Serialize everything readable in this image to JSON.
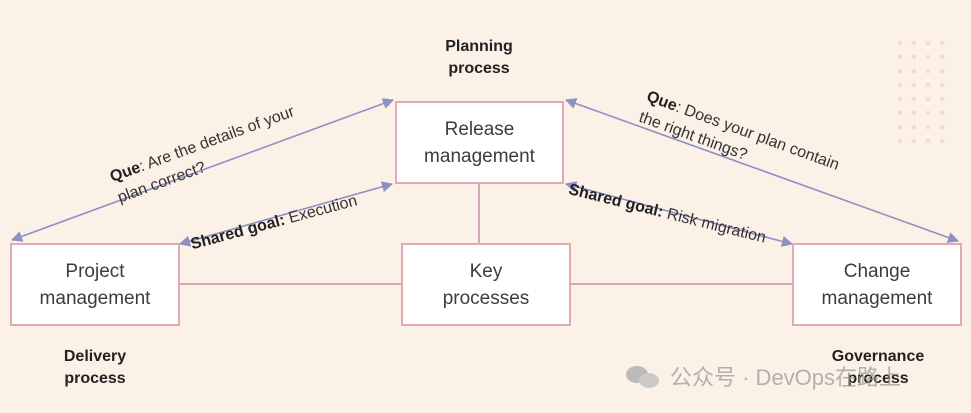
{
  "nodes": {
    "release": "Release\nmanagement",
    "project": "Project\nmanagement",
    "key": "Key\nprocesses",
    "change": "Change\nmanagement"
  },
  "stages": {
    "planning": "Planning\nprocess",
    "delivery": "Delivery\nprocess",
    "governance": "Governance\nprocess"
  },
  "edges": {
    "left_question": {
      "prefix": "Que",
      "text": ": Are the details of your\nplan correct?"
    },
    "right_question": {
      "prefix": "Que",
      "text": ": Does your plan contain\nthe right things?"
    },
    "left_goal": {
      "prefix": "Shared goal:",
      "text": " Execution"
    },
    "right_goal": {
      "prefix": "Shared goal:",
      "text": " Risk migration"
    }
  },
  "watermark": {
    "text": "公众号 · DevOps在路上"
  },
  "colors": {
    "background": "#fbf1e6",
    "box_border": "#e2a9b4",
    "arrow": "#8e8fc4",
    "connector": "#d4a8b8"
  }
}
